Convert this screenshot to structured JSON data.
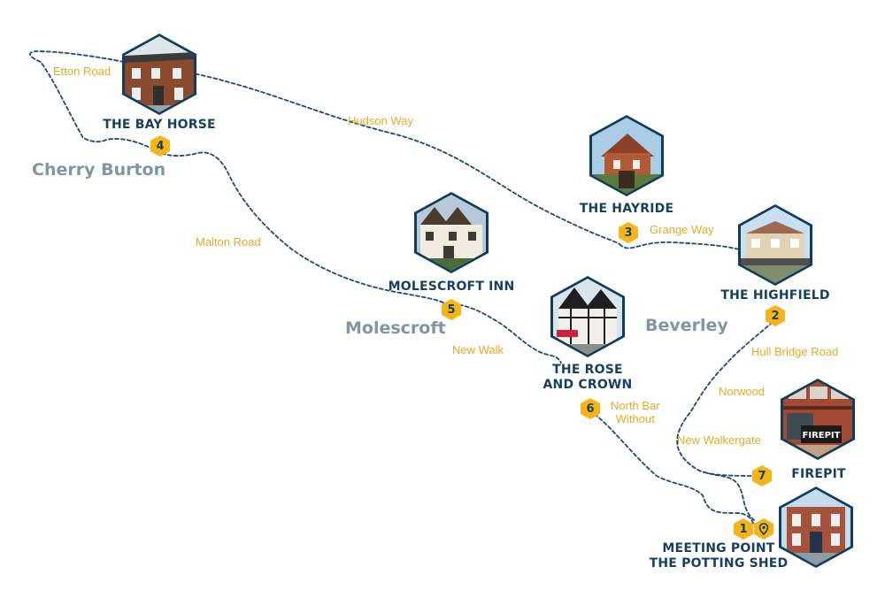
{
  "colors": {
    "route": "#1d4a6e",
    "badge": "#f5b417",
    "pub_label": "#173f5f",
    "road_label": "#e8a826",
    "place_label": "#8096a3",
    "hex_border": "#0f3d5c"
  },
  "stops": [
    {
      "number": "1",
      "name": "MEETING POINT\nTHE POTTING SHED",
      "marker_icon": "location-pin-icon"
    },
    {
      "number": "2",
      "name": "THE HIGHFIELD"
    },
    {
      "number": "3",
      "name": "THE HAYRIDE"
    },
    {
      "number": "4",
      "name": "THE BAY HORSE"
    },
    {
      "number": "5",
      "name": "MOLESCROFT INN"
    },
    {
      "number": "6",
      "name": "THE ROSE\nAND CROWN"
    },
    {
      "number": "7",
      "name": "FIREPIT"
    }
  ],
  "places": [
    "Cherry Burton",
    "Molescroft",
    "Beverley"
  ],
  "roads": [
    "Etton Road",
    "Hudson Way",
    "Malton Road",
    "Grange Way",
    "New Walk",
    "Hull Bridge Road",
    "Norwood",
    "North Bar\nWithout",
    "New Walkergate"
  ],
  "firepit_sign": "FIREPIT"
}
